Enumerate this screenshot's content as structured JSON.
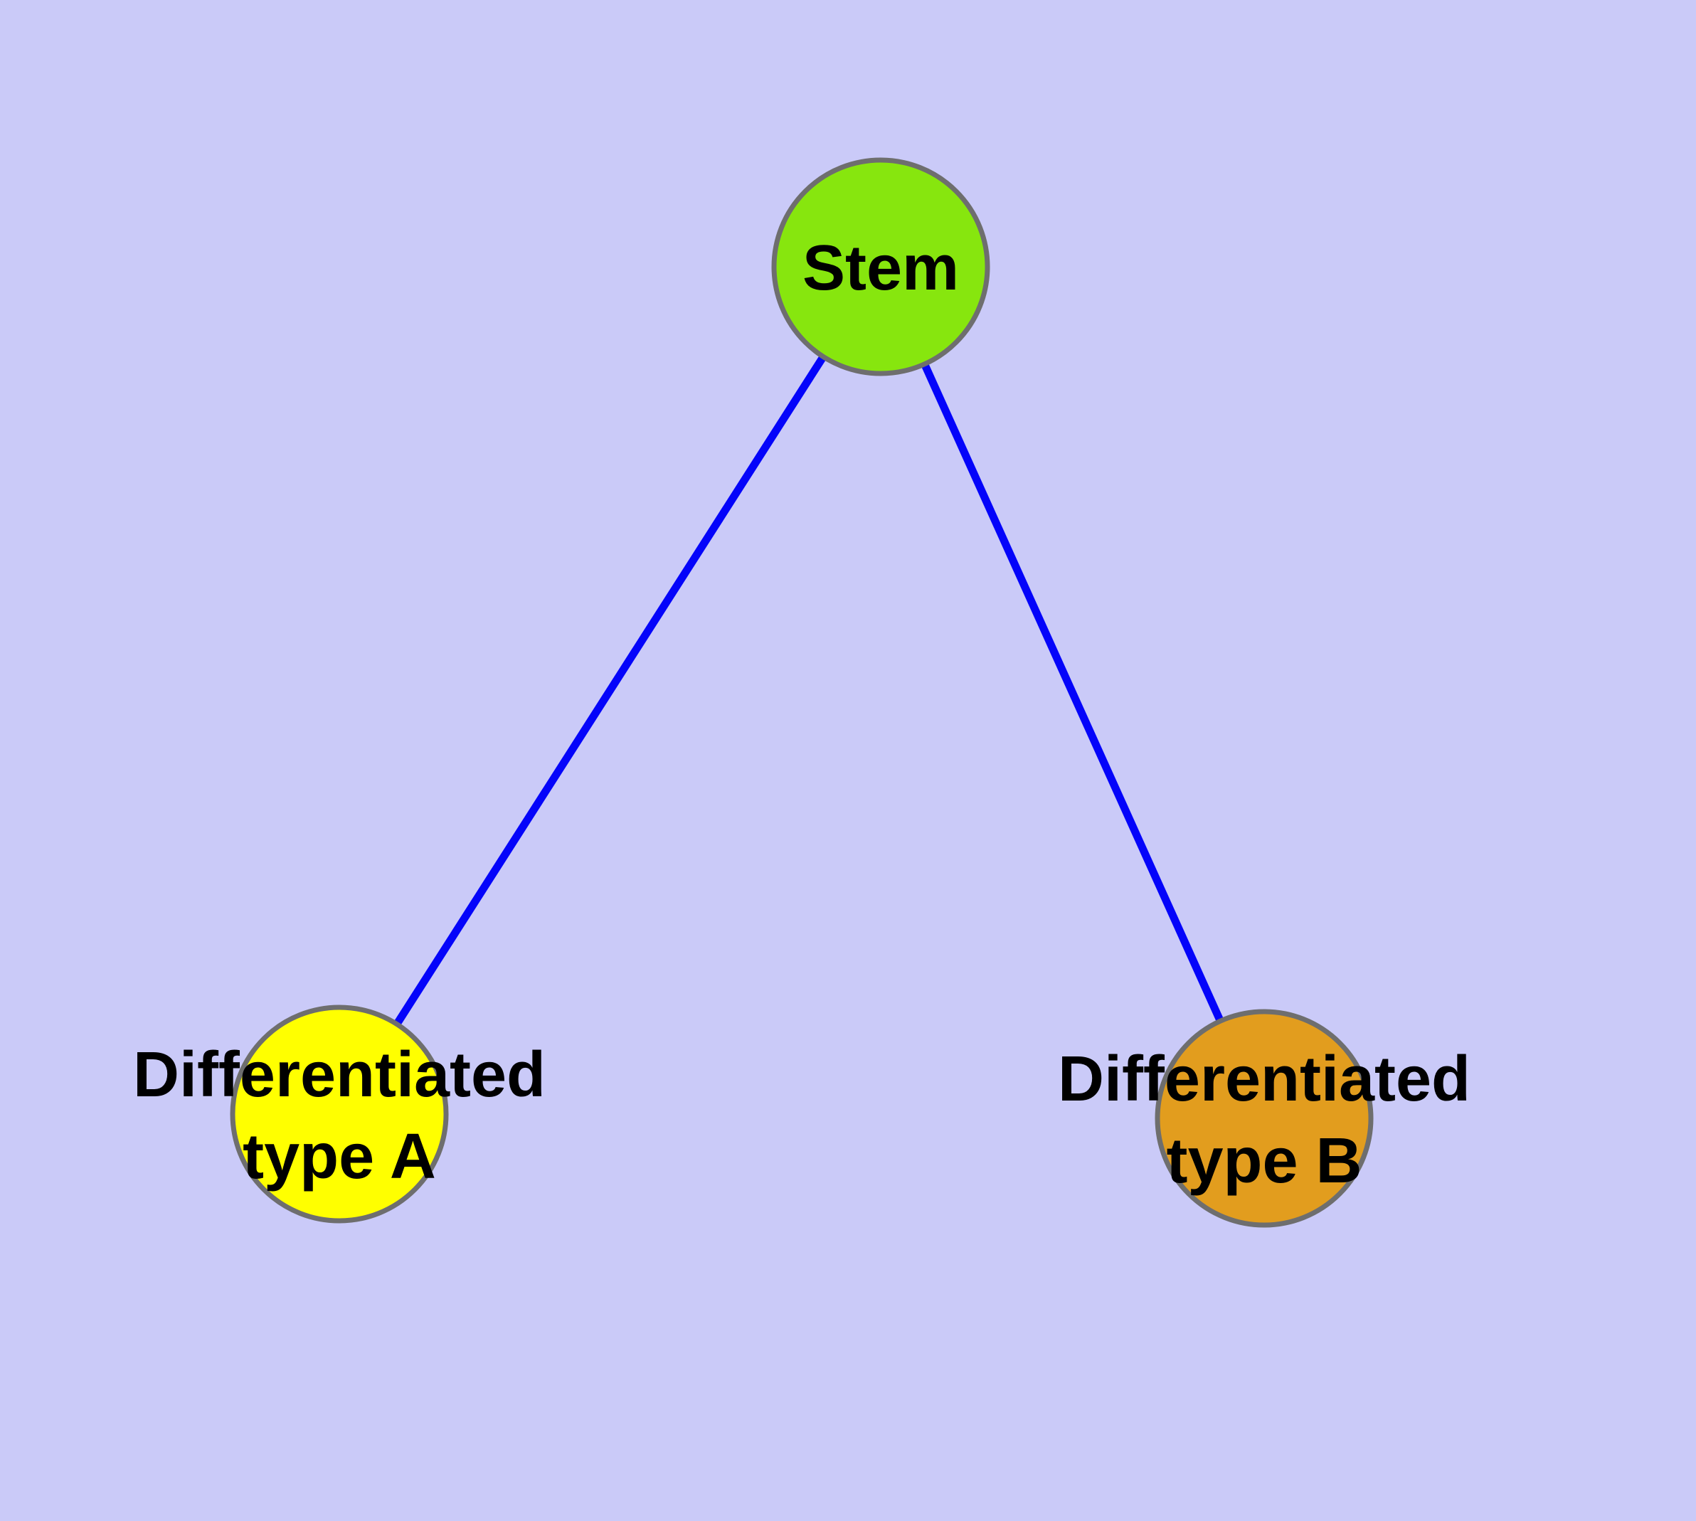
{
  "diagram": {
    "background_color": "#cacaf8",
    "edge_color": "#0404fa",
    "node_border_color": "#6e6e6e",
    "label_color": "#000000",
    "nodes": {
      "stem": {
        "label": "Stem",
        "fill_color": "#87e60e"
      },
      "type_a": {
        "label_line1": "Differentiated",
        "label_line2": "type A",
        "fill_color": "#ffff00"
      },
      "type_b": {
        "label_line1": "Differentiated",
        "label_line2": "type B",
        "fill_color": "#e29d1e"
      }
    },
    "edges": [
      {
        "from": "stem",
        "to": "type_a"
      },
      {
        "from": "stem",
        "to": "type_b"
      }
    ]
  }
}
